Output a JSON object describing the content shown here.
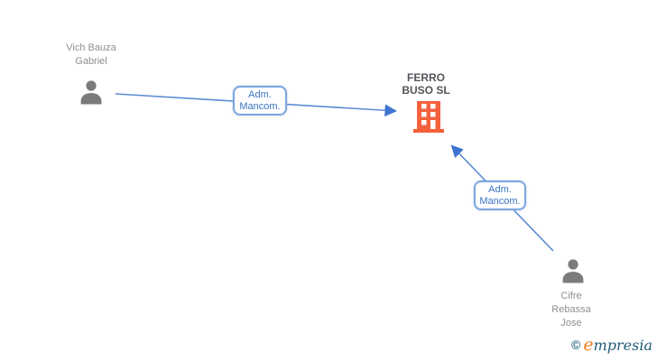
{
  "diagram": {
    "nodes": {
      "person1": {
        "name": "Vich Bauza Gabriel",
        "icon": "person-icon"
      },
      "company": {
        "name": "FERRO BUSO SL",
        "icon": "building-icon"
      },
      "person2": {
        "name": "Cifre Rebassa Jose",
        "icon": "person-icon"
      }
    },
    "edges": [
      {
        "from": "Vich Bauza Gabriel",
        "to": "FERRO BUSO SL",
        "label": "Adm. Mancom."
      },
      {
        "from": "Cifre Rebassa Jose",
        "to": "FERRO BUSO SL",
        "label": "Adm. Mancom."
      }
    ]
  },
  "branding": {
    "copyright_symbol": "©",
    "brand_initial": "e",
    "brand_rest": "mpresia"
  },
  "colors": {
    "edge_blue": "#5b8bd4",
    "arrowhead_blue": "#3e74ce",
    "box_border_blue": "#7ba7e0",
    "box_text_blue": "#3b74c4",
    "person_gray": "#7b7b7b",
    "person_label_gray": "#8f8f8f",
    "company_label_gray": "#54555a",
    "building_orange": "#f4613c",
    "logo_teal": "#1f5d78",
    "logo_orange": "#ef7d1e"
  }
}
